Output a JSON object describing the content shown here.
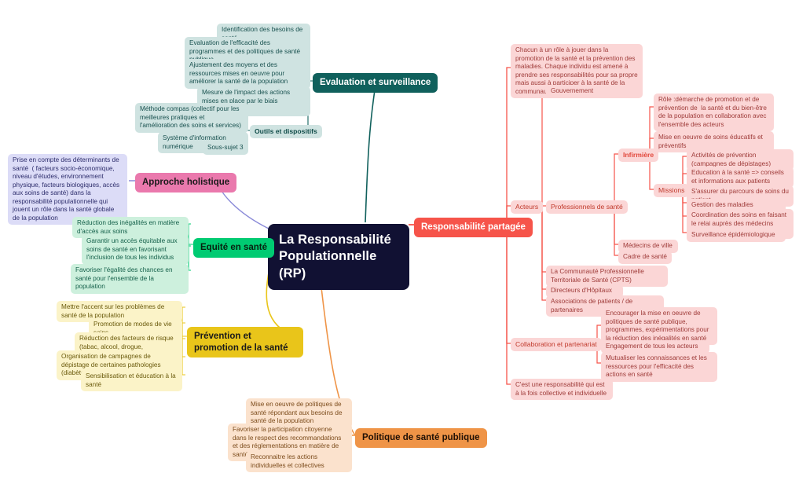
{
  "center": {
    "label": "La Responsabilité\nPopulationnelle (RP)"
  },
  "colors": {
    "teal": "#10605c",
    "pink": "#ea79ad",
    "purple": "#8a8ad8",
    "green": "#00cb72",
    "yellow": "#e9c51a",
    "orange": "#ef9447",
    "red": "#f6544a",
    "center_bg": "#111133"
  },
  "branches": {
    "evaluation": {
      "label": "Evaluation et surveillance",
      "children": [
        {
          "label": "Identification des besoins de santé"
        },
        {
          "label": "Evaluation de l'efficacité des programmes et des politiques de santé publique"
        },
        {
          "label": "Ajustement des moyens et des ressources mises en oeuvre pour améliorer la santé de la population"
        },
        {
          "label": "Mesure de l'impact des actions mises en place par le biais d'enquêtes"
        },
        {
          "label": "Outils et dispositifs",
          "children": [
            {
              "label": "Méthode compas (collectif pour les meilleures pratiques et l'amélioration des soins et services)"
            },
            {
              "label": "Système d'information numérique"
            },
            {
              "label": "Sous-sujet 3"
            }
          ]
        }
      ]
    },
    "holistique": {
      "label": "Approche holistique",
      "children": [
        {
          "label": "Prise en compte des déterminants de santé  ( facteurs socio-économique, niveau d'études, environnement physique, facteurs biologiques, accès aux soins de santé) dans la responsabilité populationnelle qui jouent un rôle dans la santé globale de la population"
        }
      ]
    },
    "equite": {
      "label": "Equité en santé",
      "children": [
        {
          "label": "Réduction des inégalités en matière d'accès aux soins"
        },
        {
          "label": "Garantir un accès équitable aux soins de santé en favorisant l'inclusion de tous les individus"
        },
        {
          "label": "Favoriser l'égalité des chances en santé pour l'ensemble de la population"
        }
      ]
    },
    "prevention": {
      "label": "Prévention et promotion de la santé",
      "children": [
        {
          "label": "Mettre l'accent sur les problèmes de santé de la population"
        },
        {
          "label": "Promotion de modes de vie sains"
        },
        {
          "label": "Réduction des facteurs de risque (tabac, alcool, drogue, sédentarité)"
        },
        {
          "label": "Organisation de campagnes de dépistage de certaines pathologies (diabète,"
        },
        {
          "label": "Sensibilisation et éducation à la santé"
        }
      ]
    },
    "politique": {
      "label": "Politique de santé publique",
      "children": [
        {
          "label": "Mise en oeuvre de politiques de santé répondant aux besoins de santé de la population"
        },
        {
          "label": "Favoriser la participation citoyenne dans le respect des recommandations et des réglementations en matière de santé publique"
        },
        {
          "label": "Reconnaitre les actions individuelles et collectives"
        }
      ]
    },
    "responsabilite": {
      "label": "Responsabilité partagée",
      "children": [
        {
          "label": "Chacun à un rôle à jouer dans la promotion de la santé et la prévention des maladies. Chaque individu est amené à prendre ses responsabilités pour sa propre mais aussi à participer à la santé de la communauté"
        },
        {
          "label": "Acteurs",
          "children": [
            {
              "label": "Gouvernement"
            },
            {
              "label": "Professionnels de santé",
              "children": [
                {
                  "label": "Infirmière",
                  "children": [
                    {
                      "label": "Rôle :démarche de promotion et de prévention de  la santé et du bien-être de la population en collaboration avec l'ensemble des acteurs"
                    },
                    {
                      "label": "Mise en oeuvre de soins éducatifs et préventifs"
                    },
                    {
                      "label": "Missions",
                      "children": [
                        {
                          "label": "Activités de prévention  (campagnes de dépistages)"
                        },
                        {
                          "label": "Education à la santé => conseils et informations aux patients"
                        },
                        {
                          "label": "S'assurer du parcours de soins du patient"
                        },
                        {
                          "label": "Gestion des maladies chroniques"
                        },
                        {
                          "label": "Coordination des soins en faisant le relai auprès des médecins traitants"
                        },
                        {
                          "label": "Surveillance épidémiologique"
                        }
                      ]
                    }
                  ]
                },
                {
                  "label": "Médecins de ville"
                },
                {
                  "label": "Cadre de santé"
                }
              ]
            },
            {
              "label": "La Communauté Professionnelle Territoriale de Santé (CPTS)"
            },
            {
              "label": "Directeurs d'Hôpitaux"
            },
            {
              "label": "Associations de patients / de partenaires"
            }
          ]
        },
        {
          "label": "Collaboration et partenariat",
          "children": [
            {
              "label": "Encourager la mise en oeuvre de politiques de santé publique, programmes, expérimentations pour la réduction des inégalités en santé"
            },
            {
              "label": "Engagement de tous les acteurs"
            },
            {
              "label": "Mutualiser les connaissances et les ressources pour l'efficacité des actions en santé"
            }
          ]
        },
        {
          "label": "C'est une responsabilité qui est à la fois collective et individuelle"
        }
      ]
    }
  }
}
